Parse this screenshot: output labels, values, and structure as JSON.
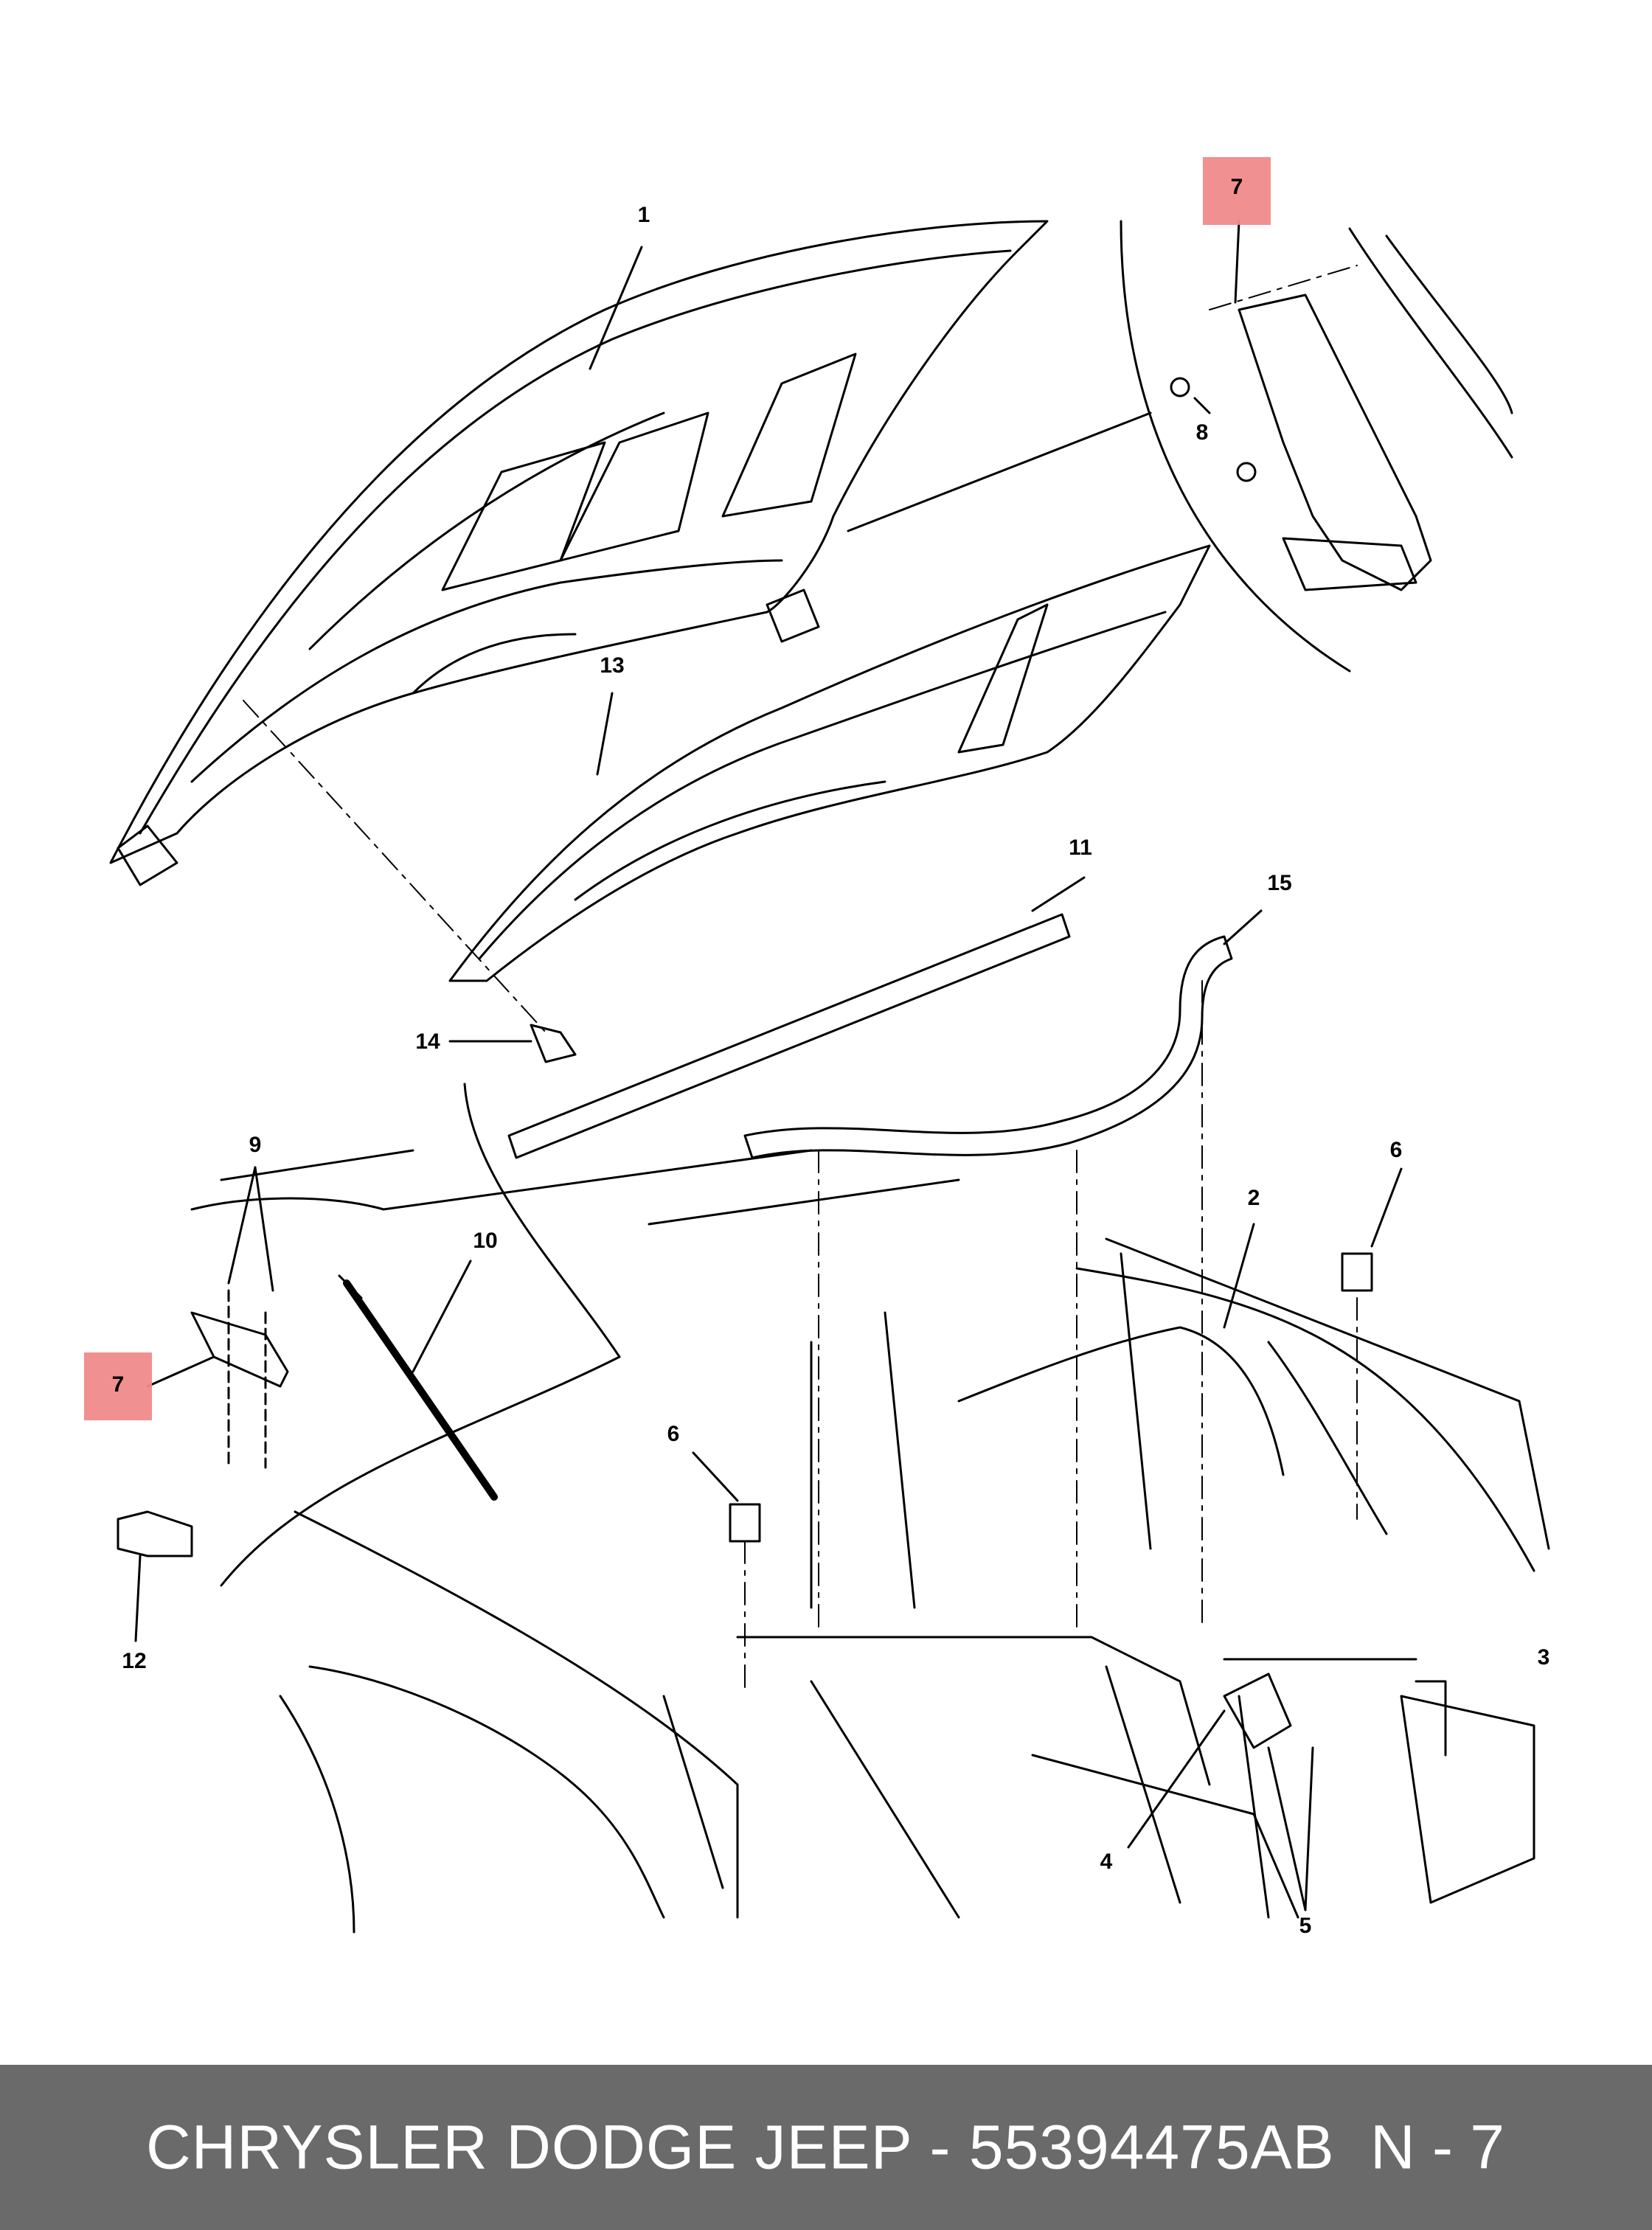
{
  "callouts": {
    "c1": "1",
    "c2": "2",
    "c3": "3",
    "c4": "4",
    "c5": "5",
    "c6a": "6",
    "c6b": "6",
    "c7a": "7",
    "c7b": "7",
    "c8": "8",
    "c9": "9",
    "c10": "10",
    "c11": "11",
    "c12": "12",
    "c13": "13",
    "c14": "14",
    "c15": "15"
  },
  "footer": {
    "title": "CHRYSLER DODGE JEEP - 55394475AB",
    "page": "N - 7"
  },
  "colors": {
    "highlight": "#f08a8a",
    "footer_bg": "#6a6a6a",
    "line": "#000000"
  }
}
